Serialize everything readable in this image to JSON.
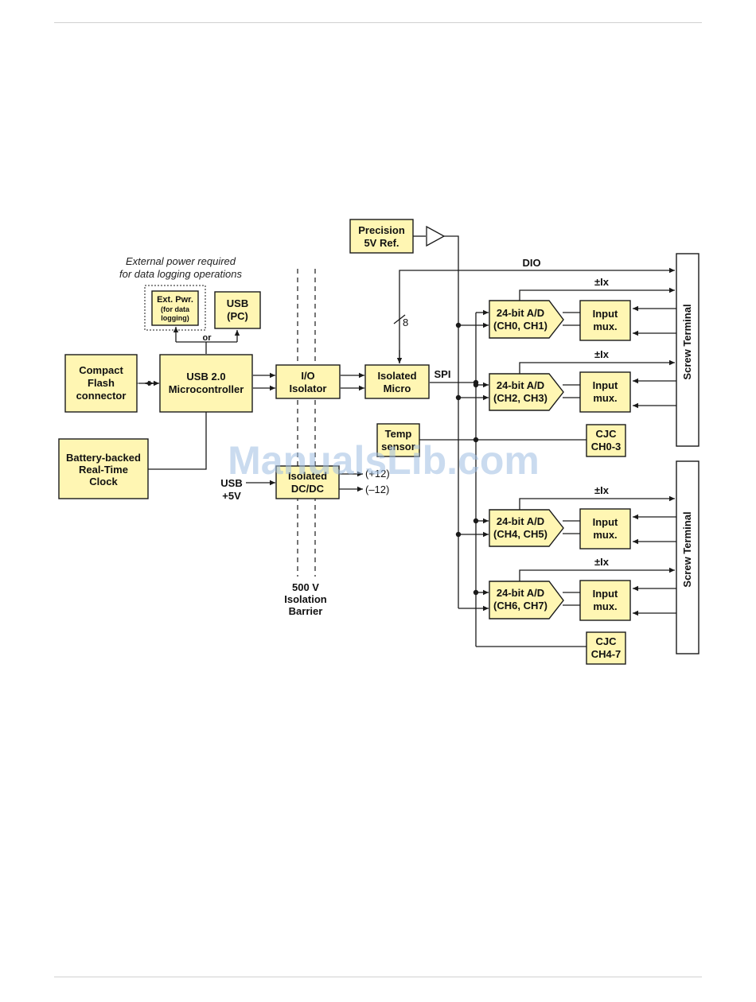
{
  "blocks": {
    "precision_ref": [
      "Precision",
      "5V Ref."
    ],
    "ext_pwr": [
      "Ext. Pwr."
    ],
    "ext_pwr_sub": [
      "(for data",
      "logging)"
    ],
    "usb_pc": [
      "USB",
      "(PC)"
    ],
    "compact_flash": [
      "Compact",
      "Flash",
      "connector"
    ],
    "usb_micro": [
      "USB 2.0",
      "Microcontroller"
    ],
    "io_isolator": [
      "I/O",
      "Isolator"
    ],
    "isolated_micro": [
      "Isolated",
      "Micro"
    ],
    "battery_rtc": [
      "Battery-backed",
      "Real-Time",
      "Clock"
    ],
    "isolated_dcdc": [
      "Isolated",
      "DC/DC"
    ],
    "temp_sensor": [
      "Temp",
      "sensor"
    ],
    "cjc_03": [
      "CJC",
      "CH0-3"
    ],
    "cjc_47": [
      "CJC",
      "CH4-7"
    ],
    "adc_01": [
      "24-bit A/D",
      "(CH0, CH1)"
    ],
    "adc_23": [
      "24-bit A/D",
      "(CH2, CH3)"
    ],
    "adc_45": [
      "24-bit A/D",
      "(CH4, CH5)"
    ],
    "adc_67": [
      "24-bit A/D",
      "(CH6, CH7)"
    ],
    "mux": [
      "Input",
      "mux."
    ],
    "screw_terminal": "Screw Terminal"
  },
  "labels": {
    "ext_power_note": [
      "External power required",
      "for data logging operations"
    ],
    "or": "or",
    "dio": "DIO",
    "spi": "SPI",
    "bus_width": "8",
    "ix": "±Ix",
    "usb_5v": [
      "USB",
      "+5V"
    ],
    "plus12": "(+12)",
    "minus12": "(–12)",
    "barrier": [
      "500 V",
      "Isolation",
      "Barrier"
    ]
  },
  "watermark": "ManualsLib.com"
}
